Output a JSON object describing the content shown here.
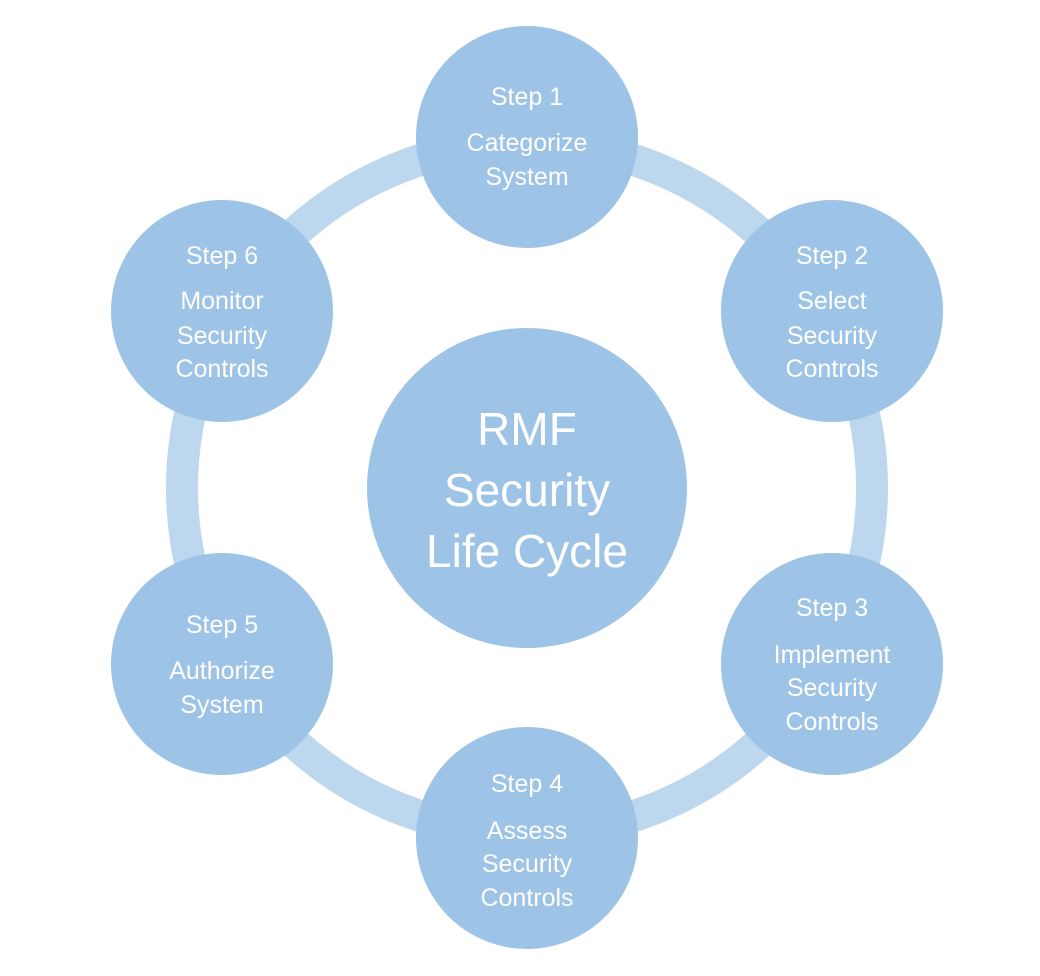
{
  "colors": {
    "node_fill": "#9dc3e6",
    "ring_color": "#bdd7ee",
    "text_color": "#ffffff",
    "background": "#ffffff"
  },
  "center": {
    "lines": [
      "RMF",
      "Security",
      "Life Cycle"
    ]
  },
  "steps": [
    {
      "step": "Step 1",
      "lines": [
        "Categorize",
        "System"
      ]
    },
    {
      "step": "Step 2",
      "lines": [
        "Select",
        "Security",
        "Controls"
      ]
    },
    {
      "step": "Step 3",
      "lines": [
        "Implement",
        "Security",
        "Controls"
      ]
    },
    {
      "step": "Step 4",
      "lines": [
        "Assess",
        "Security",
        "Controls"
      ]
    },
    {
      "step": "Step 5",
      "lines": [
        "Authorize",
        "System"
      ]
    },
    {
      "step": "Step 6",
      "lines": [
        "Monitor",
        "Security",
        "Controls"
      ]
    }
  ]
}
